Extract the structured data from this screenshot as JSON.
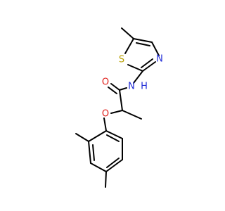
{
  "molecule": {
    "atom_labels": {
      "sulfur": "S",
      "thiazole_nitrogen": "N",
      "amide_nitrogen": "N",
      "amide_hydrogen": "H",
      "carbonyl_oxygen": "O",
      "ether_oxygen": "O"
    },
    "colors": {
      "bond": "#000000",
      "S": "#b8a000",
      "N": "#1f2bd6",
      "O": "#e0201b"
    }
  }
}
